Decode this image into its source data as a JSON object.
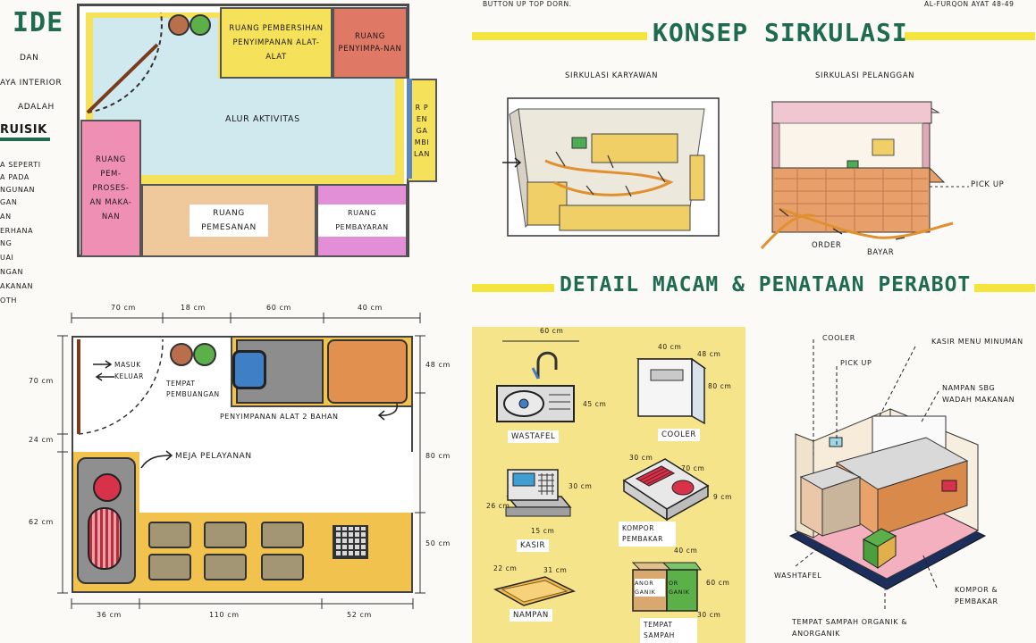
{
  "colors": {
    "title_green": "#1f6b52",
    "highlight_yellow": "#f4e43b",
    "room_lightblue": "#cfe9ef",
    "room_pink": "#ef8fb4",
    "room_peach": "#efc89c",
    "room_salmon": "#e07866",
    "room_orchid": "#e28fd8",
    "room_yellow": "#f6e15b",
    "wood_brown": "#c8823f"
  },
  "left_text": {
    "heading": "IDE",
    "lines": [
      "DAN",
      "AYA INTERIOR",
      "ADALAH",
      "RUISIK"
    ],
    "body": [
      "A SEPERTI",
      "A PADA",
      "NGUNAN",
      "GAN",
      "AN",
      "ERHANA",
      "NG",
      "UAI",
      "NGAN",
      "AKANAN",
      "OTH"
    ]
  },
  "top_note_left": "BUTTON UP TOP DORN.",
  "top_note_right": "AL-FURQON AYAT 48-49",
  "floor_plan": {
    "rooms": {
      "cleaning": "RUANG PEMBERSIHAN PENYIMPANAN ALAT-ALAT",
      "storage": "RUANG PENYIMPA-NAN",
      "activity": "ALUR AKTIVITAS",
      "processing": "RUANG PEM-PROSES-AN MAKA-NAN",
      "order": "RUANG PEMESANAN",
      "payment": "RUANG PEMBAYARAN",
      "pickup": "R PENGAMBILAN"
    }
  },
  "dimension_plan": {
    "top_dims": [
      "70 cm",
      "18 cm",
      "60 cm",
      "40 cm"
    ],
    "left_dims": [
      "70 cm",
      "24 cm",
      "62 cm"
    ],
    "right_dims": [
      "48 cm",
      "80 cm",
      "50 cm"
    ],
    "bottom_dims": [
      "36 cm",
      "110 cm",
      "52 cm"
    ],
    "labels": {
      "in_out": "MASUK KELUAR",
      "trash": "TEMPAT PEMBUANGAN",
      "storage_tools": "PENYIMPANAN ALAT 2 BAHAN",
      "service_table": "MEJA PELAYANAN"
    }
  },
  "circulation": {
    "title": "KONSEP SIRKULASI",
    "staff": "SIRKULASI KARYAWAN",
    "customer": "SIRKULASI PELANGGAN",
    "pickup": "PICK UP",
    "order": "ORDER",
    "pay": "BAYAR"
  },
  "furniture": {
    "title": "DETAIL MACAM & PENATAAN PERABOT",
    "sink": {
      "label": "WASTAFEL",
      "w": "60 cm",
      "h": "45 cm"
    },
    "cooler": {
      "label": "COOLER",
      "w": "40 cm",
      "d": "48 cm",
      "h": "80 cm"
    },
    "cashier": {
      "label": "KASIR",
      "w": "15 cm",
      "h": "30 cm",
      "d": "26 cm"
    },
    "stove": {
      "label": "KOMPOR PEMBAKAR",
      "d": "30 cm",
      "w": "70 cm",
      "h": "9 cm"
    },
    "tray": {
      "label": "NAMPAN",
      "a": "22 cm",
      "b": "31 cm"
    },
    "trash": {
      "label": "TEMPAT SAMPAH",
      "w": "40 cm",
      "h": "60 cm",
      "d": "30 cm",
      "bin1": "ANOR GANIK",
      "bin2": "OR GANIK"
    },
    "iso_labels": {
      "cooler": "COOLER",
      "pickup": "PICK UP",
      "cashier": "KASIR MENU MINUMAN",
      "tray": "NAMPAN SBG WADAH MAKANAN",
      "sink": "WASHTAFEL",
      "stove": "KOMPOR & PEMBAKAR",
      "trash": "TEMPAT SAMPAH ORGANIK & ANORGANIK"
    }
  }
}
